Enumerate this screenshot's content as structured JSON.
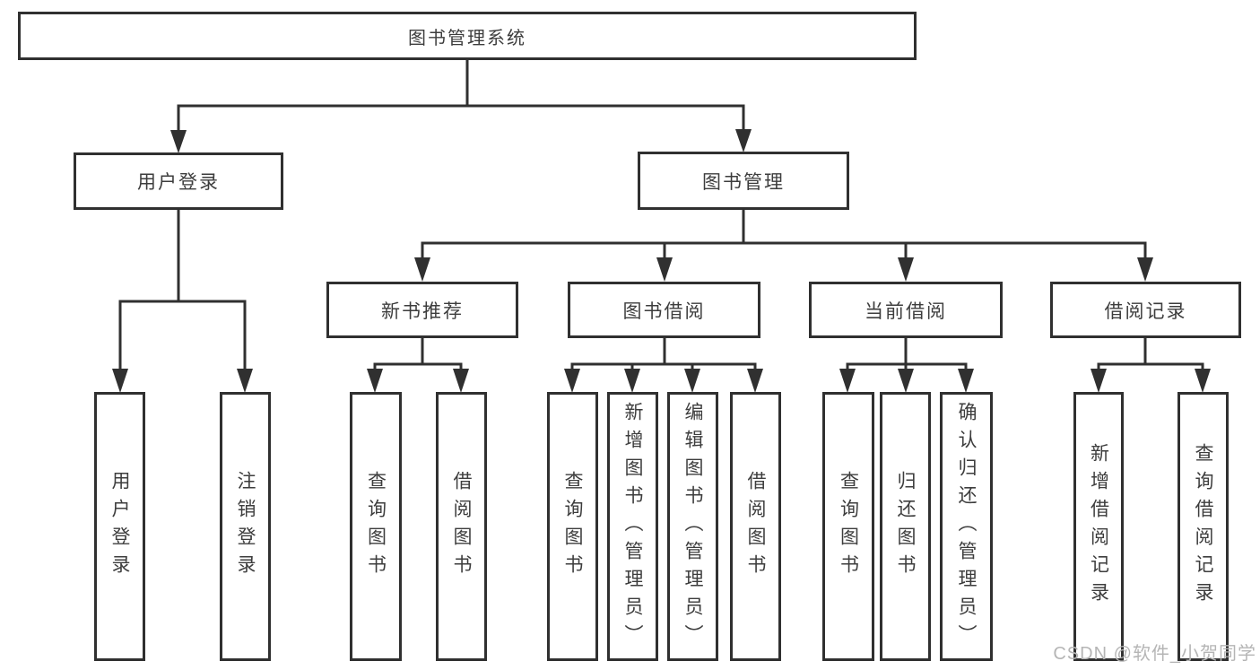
{
  "nodes": {
    "root": "图书管理系统",
    "user_login": "用户登录",
    "book_management": "图书管理",
    "new_book_recommend": "新书推荐",
    "book_borrowing": "图书借阅",
    "current_borrowing": "当前借阅",
    "borrowing_records": "借阅记录",
    "leaf_user_login": "用户登录",
    "leaf_logout_login": "注销登录",
    "leaf_query_books_a": "查询图书",
    "leaf_borrow_books_a": "借阅图书",
    "leaf_query_books_b": "查询图书",
    "leaf_add_books_admin": "新增图书（管理员）",
    "leaf_edit_books_admin": "编辑图书（管理员）",
    "leaf_borrow_books_b": "借阅图书",
    "leaf_query_books_c": "查询图书",
    "leaf_return_books": "归还图书",
    "leaf_confirm_return_admin": "确认归还（管理员）",
    "leaf_add_borrow_record": "新增借阅记录",
    "leaf_query_borrow_record": "查询借阅记录"
  },
  "watermark": {
    "text": "CSDN @软件_小贺同学"
  },
  "colors": {
    "line": "#303030",
    "box_border": "#303030",
    "text": "#3d3d3d",
    "watermark": "#b5b5b5",
    "background": "#ffffff"
  }
}
